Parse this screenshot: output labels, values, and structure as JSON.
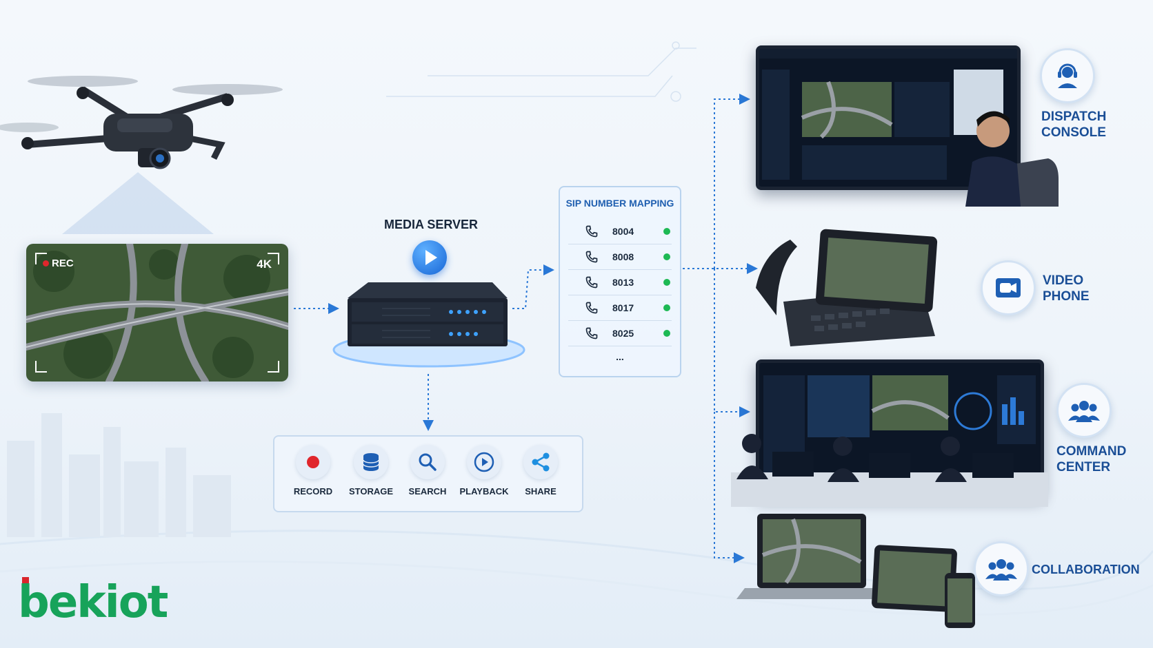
{
  "camera_feed": {
    "rec_label": "REC",
    "resolution_label": "4K"
  },
  "media_server": {
    "title": "MEDIA SERVER"
  },
  "sip_mapping": {
    "title": "SIP NUMBER MAPPING",
    "numbers": [
      "8004",
      "8008",
      "8013",
      "8017",
      "8025"
    ],
    "more": "...",
    "status_color": "#1db954"
  },
  "functions": [
    {
      "label": "RECORD",
      "icon": "record-icon"
    },
    {
      "label": "STORAGE",
      "icon": "database-icon"
    },
    {
      "label": "SEARCH",
      "icon": "search-icon"
    },
    {
      "label": "PLAYBACK",
      "icon": "play-icon"
    },
    {
      "label": "SHARE",
      "icon": "share-icon"
    }
  ],
  "destinations": {
    "dispatch": {
      "line1": "DISPATCH",
      "line2": "CONSOLE",
      "icon": "headset-operator-icon"
    },
    "video_phone": {
      "line1": "VIDEO",
      "line2": "PHONE",
      "icon": "video-camera-icon"
    },
    "command_center": {
      "line1": "COMMAND",
      "line2": "CENTER",
      "icon": "group-icon"
    },
    "collaboration": {
      "label": "COLLABORATION",
      "icon": "group-icon"
    }
  },
  "logo": {
    "text": "bekiot"
  },
  "colors": {
    "accent": "#1766d6",
    "brand_green": "#17a35a",
    "brand_red": "#d9262b",
    "arrow": "#2a78d6"
  }
}
